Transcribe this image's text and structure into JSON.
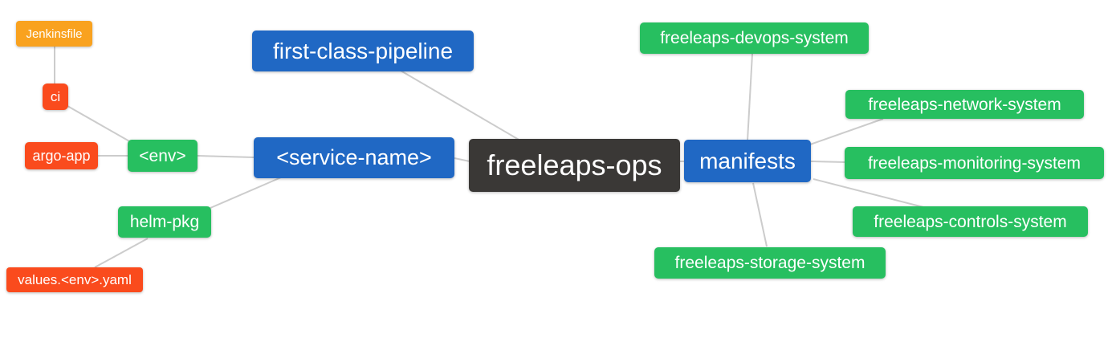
{
  "diagram": {
    "type": "mindmap",
    "root_label": "freeleaps-ops",
    "palette": {
      "blue": "#2068c4",
      "green": "#27bf60",
      "orange": "#f9a21f",
      "red": "#fa4b1d",
      "dark": "#3a3836",
      "edge": "#cccccc",
      "background": "#ffffff",
      "node_text": "#ffffff"
    },
    "nodes": [
      {
        "id": "jenkinsfile",
        "label": "Jenkinsfile",
        "color": "orange"
      },
      {
        "id": "ci",
        "label": "ci",
        "color": "red"
      },
      {
        "id": "argo-app",
        "label": "argo-app",
        "color": "red"
      },
      {
        "id": "env",
        "label": "<env>",
        "color": "green"
      },
      {
        "id": "helm-pkg",
        "label": "helm-pkg",
        "color": "green"
      },
      {
        "id": "values-env-yaml",
        "label": "values.<env>.yaml",
        "color": "red"
      },
      {
        "id": "first-class-pipeline",
        "label": "first-class-pipeline",
        "color": "blue"
      },
      {
        "id": "service-name",
        "label": "<service-name>",
        "color": "blue"
      },
      {
        "id": "freeleaps-ops",
        "label": "freeleaps-ops",
        "color": "dark"
      },
      {
        "id": "manifests",
        "label": "manifests",
        "color": "blue"
      },
      {
        "id": "freeleaps-devops-system",
        "label": "freeleaps-devops-system",
        "color": "green"
      },
      {
        "id": "freeleaps-network-system",
        "label": "freeleaps-network-system",
        "color": "green"
      },
      {
        "id": "freeleaps-monitoring-system",
        "label": "freeleaps-monitoring-system",
        "color": "green"
      },
      {
        "id": "freeleaps-controls-system",
        "label": "freeleaps-controls-system",
        "color": "green"
      },
      {
        "id": "freeleaps-storage-system",
        "label": "freeleaps-storage-system",
        "color": "green"
      }
    ],
    "edges": [
      {
        "from": "jenkinsfile",
        "to": "ci"
      },
      {
        "from": "ci",
        "to": "env"
      },
      {
        "from": "argo-app",
        "to": "env"
      },
      {
        "from": "env",
        "to": "service-name"
      },
      {
        "from": "helm-pkg",
        "to": "service-name"
      },
      {
        "from": "values-env-yaml",
        "to": "helm-pkg"
      },
      {
        "from": "first-class-pipeline",
        "to": "freeleaps-ops"
      },
      {
        "from": "service-name",
        "to": "freeleaps-ops"
      },
      {
        "from": "freeleaps-ops",
        "to": "manifests"
      },
      {
        "from": "manifests",
        "to": "freeleaps-devops-system"
      },
      {
        "from": "manifests",
        "to": "freeleaps-network-system"
      },
      {
        "from": "manifests",
        "to": "freeleaps-monitoring-system"
      },
      {
        "from": "manifests",
        "to": "freeleaps-controls-system"
      },
      {
        "from": "manifests",
        "to": "freeleaps-storage-system"
      }
    ]
  }
}
